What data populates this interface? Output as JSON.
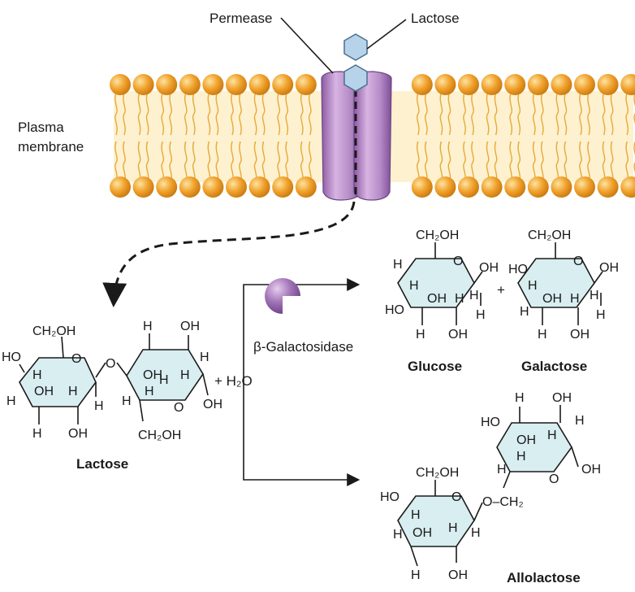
{
  "labels": {
    "permease": "Permease",
    "lactose_top": "Lactose",
    "plasma": "Plasma",
    "membrane": "membrane",
    "enzyme": "β-Galactosidase",
    "plus_water": "+ H₂O",
    "plus": "+",
    "lactose": "Lactose",
    "glucose": "Glucose",
    "galactose": "Galactose",
    "allolactose": "Allolactose"
  },
  "atoms": {
    "H": "H",
    "OH": "OH",
    "HO": "HO",
    "O": "O",
    "CH2OH": "CH₂OH",
    "O_CH2": "O–CH₂"
  },
  "colors": {
    "lipid_head": "#f0a02a",
    "lipid_tail": "#f6cf6a",
    "permease": "#b98ac8",
    "sugar": "#b7d3ea",
    "ring_fill": "#d8eef0",
    "enzyme": "#9b6bb0"
  }
}
